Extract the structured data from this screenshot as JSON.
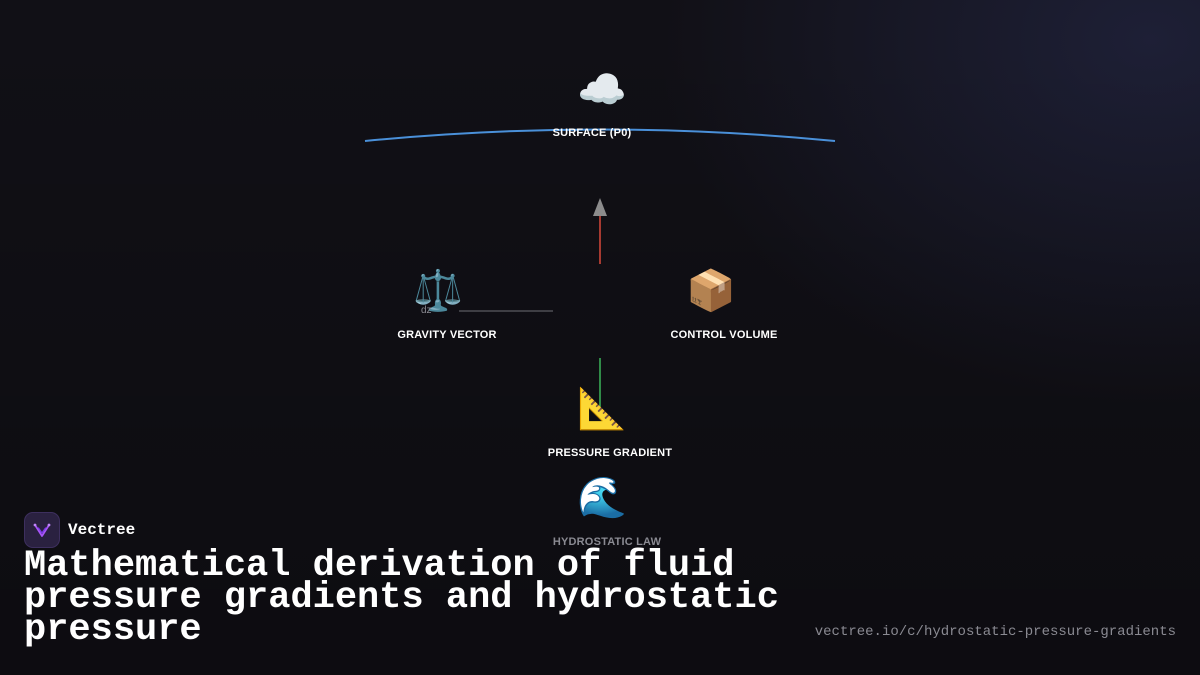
{
  "brand": {
    "name": "Vectree",
    "accent": "#a855f7"
  },
  "title": "Mathematical derivation of fluid pressure gradients and hydrostatic pressure",
  "url": "vectree.io/c/hydrostatic-pressure-gradients",
  "diagram": {
    "nodes": [
      {
        "id": "surface",
        "icon": "☁️",
        "icon_name": "cloud-icon",
        "label": "SURFACE (P0)"
      },
      {
        "id": "gravity",
        "icon": "⚖️",
        "icon_name": "balance-scale-icon",
        "label": "GRAVITY VECTOR"
      },
      {
        "id": "control",
        "icon": "📦",
        "icon_name": "package-box-icon",
        "label": "CONTROL VOLUME"
      },
      {
        "id": "gradient",
        "icon": "📐",
        "icon_name": "triangular-ruler-icon",
        "label": "PRESSURE GRADIENT"
      },
      {
        "id": "law",
        "icon": "🌊",
        "icon_name": "water-wave-icon",
        "label": "HYDROSTATIC LAW"
      }
    ],
    "small_label": "dz",
    "colors": {
      "surface_line": "#4a90d9",
      "up_arrow": "#d9483b",
      "arrow_head": "#8c8c8c",
      "down_line": "#3cb55a",
      "connector": "#6e6e74"
    }
  }
}
